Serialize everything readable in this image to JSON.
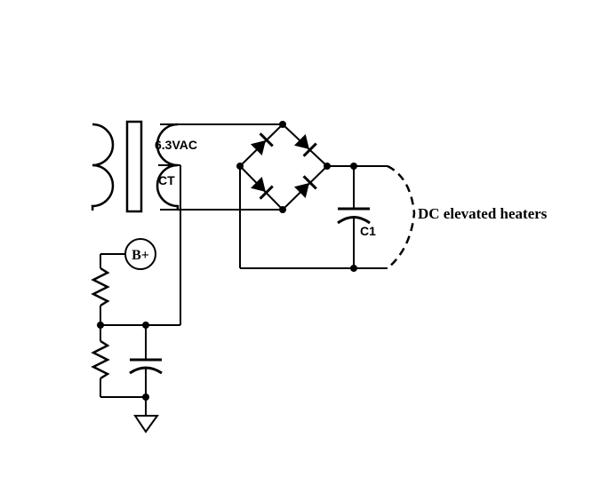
{
  "diagram": {
    "labels": {
      "transformer_voltage": "6.3VAC",
      "center_tap": "CT",
      "capacitor": "C1",
      "output": "DC elevated heaters",
      "supply": "B+"
    },
    "components": [
      {
        "id": "transformer",
        "type": "transformer",
        "secondary": "6.3VAC",
        "tap": "CT"
      },
      {
        "id": "bridge",
        "type": "bridge-rectifier",
        "diodes": 4
      },
      {
        "id": "c1",
        "type": "capacitor",
        "label": "C1"
      },
      {
        "id": "r-top",
        "type": "resistor"
      },
      {
        "id": "r-bottom",
        "type": "resistor"
      },
      {
        "id": "c-bypass",
        "type": "capacitor"
      },
      {
        "id": "bplus",
        "type": "supply-terminal",
        "label": "B+"
      },
      {
        "id": "gnd",
        "type": "ground"
      }
    ]
  }
}
